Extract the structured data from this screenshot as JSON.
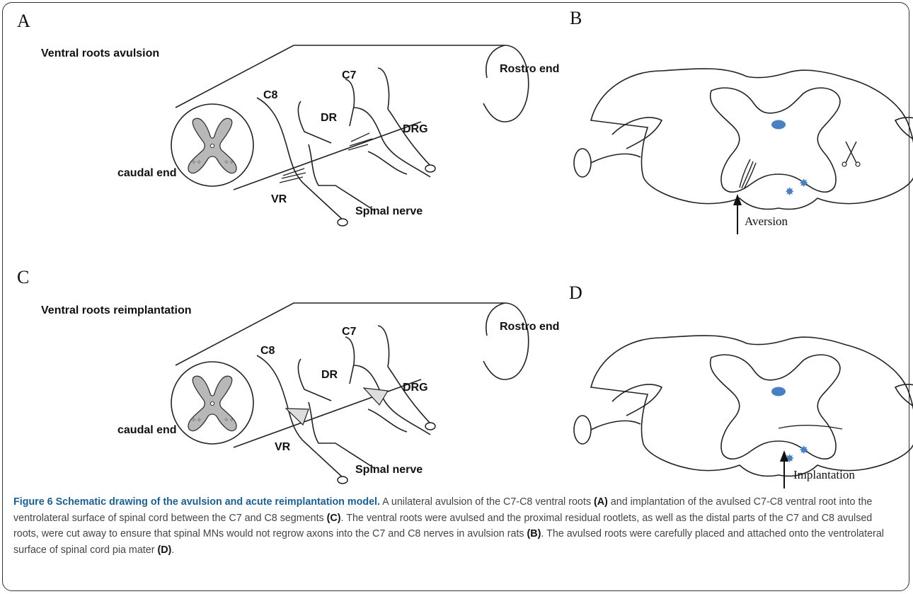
{
  "panels": {
    "A": {
      "letter": "A",
      "title": "Ventral roots avulsion",
      "rostral": "Rostro end",
      "caudal": "caudal end",
      "c8": "C8",
      "c7": "C7",
      "dr": "DR",
      "drg": "DRG",
      "vr": "VR",
      "nerve": "Spinal nerve"
    },
    "B": {
      "letter": "B",
      "arrow_label": "Aversion"
    },
    "C": {
      "letter": "C",
      "title": "Ventral roots reimplantation",
      "rostral": "Rostro end",
      "caudal": "caudal end",
      "c8": "C8",
      "c7": "C7",
      "dr": "DR",
      "drg": "DRG",
      "vr": "VR",
      "nerve": "Spinal nerve"
    },
    "D": {
      "letter": "D",
      "arrow_label": "Implantation"
    }
  },
  "colors": {
    "grey_matter": "#b8b8b8",
    "motor_neuron": "#4a7fc1",
    "caption_title": "#1c5f8f"
  },
  "caption": {
    "title": "Figure 6 Schematic drawing of the avulsion and acute reimplantation model.",
    "seg1": " A unilateral avulsion of the C7-C8 ventral roots ",
    "ref1": "(A)",
    "seg2": " and implantation of the avulsed C7-C8 ventral root into the ventrolateral surface of spinal cord between the C7 and C8 segments ",
    "ref2": "(C)",
    "seg3": ". The ventral roots were avulsed and the proximal residual rootlets, as well as the distal parts of the C7 and C8 avulsed roots, were cut away to ensure that spinal MNs would not regrow axons into the C7 and C8 nerves in avulsion rats ",
    "ref3": "(B)",
    "seg4": ". The avulsed roots were carefully placed and attached onto the ventrolateral surface of spinal cord pia mater ",
    "ref4": "(D)",
    "seg5": "."
  }
}
